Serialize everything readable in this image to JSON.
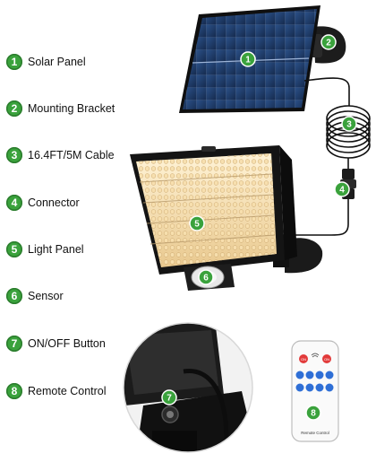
{
  "legend": [
    {
      "num": "1",
      "label": "Solar Panel"
    },
    {
      "num": "2",
      "label": "Mounting Bracket"
    },
    {
      "num": "3",
      "label": "16.4FT/5M Cable"
    },
    {
      "num": "4",
      "label": "Connector"
    },
    {
      "num": "5",
      "label": "Light Panel"
    },
    {
      "num": "6",
      "label": "Sensor"
    },
    {
      "num": "7",
      "label": "ON/OFF Button"
    },
    {
      "num": "8",
      "label": "Remote Control"
    }
  ],
  "callouts": [
    "1",
    "2",
    "3",
    "4",
    "5",
    "6",
    "7",
    "8"
  ],
  "remote": {
    "btn_left": "ON",
    "btn_right": "ON",
    "caption": "Remote Control"
  },
  "colors": {
    "badge": "#3aa23c",
    "panel": "#1d3a66",
    "housing": "#1a1a1a",
    "led": "#f4d9a6",
    "remote_red": "#e23a3a",
    "remote_blue": "#2f6fd6"
  }
}
